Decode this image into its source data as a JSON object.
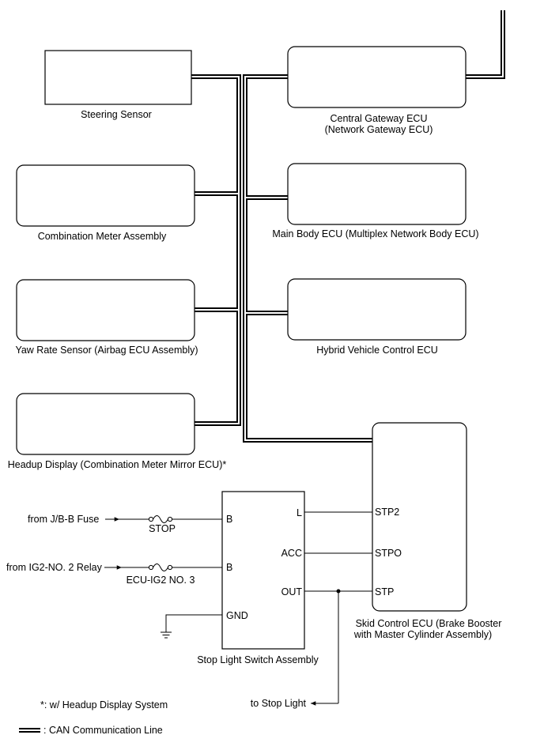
{
  "components": {
    "steering_sensor": "Steering Sensor",
    "central_gateway_line1": "Central Gateway ECU",
    "central_gateway_line2": "(Network Gateway ECU)",
    "combination_meter": "Combination Meter Assembly",
    "main_body_ecu": "Main Body ECU (Multiplex Network Body ECU)",
    "yaw_rate_sensor": "Yaw Rate Sensor (Airbag ECU Assembly)",
    "hybrid_vehicle_ecu": "Hybrid Vehicle Control ECU",
    "headup_display": "Headup Display (Combination Meter Mirror ECU)*",
    "skid_control_line1": "Skid Control ECU (Brake Booster",
    "skid_control_line2": "with Master Cylinder Assembly)",
    "stop_light_switch": "Stop Light Switch Assembly"
  },
  "sources": {
    "jb_fuse": "from J/B-B Fuse",
    "ig2_relay": "from IG2-NO. 2 Relay",
    "to_stop_light": "to Stop Light"
  },
  "fuses": {
    "stop": "STOP",
    "ecu_ig2": "ECU-IG2 NO. 3"
  },
  "switch_pins": {
    "b1": "B",
    "b2": "B",
    "gnd": "GND",
    "l": "L",
    "acc": "ACC",
    "out": "OUT"
  },
  "ecu_pins": {
    "stp2": "STP2",
    "stpo": "STPO",
    "stp": "STP"
  },
  "legend": {
    "footnote": "*: w/ Headup Display System",
    "can_line": ": CAN Communication Line"
  }
}
